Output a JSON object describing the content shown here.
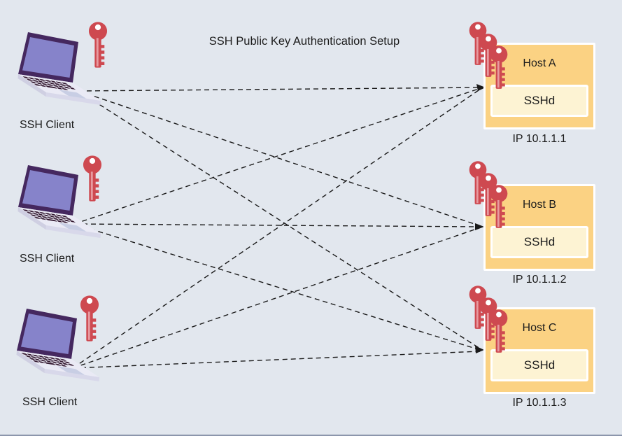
{
  "title": "SSH Public Key Authentication Setup",
  "clients": [
    {
      "label": "SSH Client"
    },
    {
      "label": "SSH Client"
    },
    {
      "label": "SSH Client"
    }
  ],
  "hosts": [
    {
      "name": "Host A",
      "service": "SSHd",
      "ip": "IP 10.1.1.1"
    },
    {
      "name": "Host B",
      "service": "SSHd",
      "ip": "IP 10.1.1.2"
    },
    {
      "name": "Host C",
      "service": "SSHd",
      "ip": "IP 10.1.1.3"
    }
  ],
  "icons": {
    "laptop": "laptop-icon",
    "client_key": "key-icon",
    "host_key_stack": "key-icon-stack",
    "arrowhead": "arrowhead-icon"
  },
  "colors": {
    "background": "#e2e7ee",
    "host_box_fill": "#fbd283",
    "sshd_box_fill": "#fdf3d3",
    "box_border": "#ffffff",
    "key_red": "#ce4950",
    "laptop_screen": "#8683ca",
    "laptop_frame": "#45285f",
    "line": "#1a1a1a",
    "text": "#1c1c1c"
  },
  "connections": [
    {
      "from": "ssh-client-1",
      "to": "host-a"
    },
    {
      "from": "ssh-client-1",
      "to": "host-b"
    },
    {
      "from": "ssh-client-1",
      "to": "host-c"
    },
    {
      "from": "ssh-client-2",
      "to": "host-a"
    },
    {
      "from": "ssh-client-2",
      "to": "host-b"
    },
    {
      "from": "ssh-client-2",
      "to": "host-c"
    },
    {
      "from": "ssh-client-3",
      "to": "host-a"
    },
    {
      "from": "ssh-client-3",
      "to": "host-b"
    },
    {
      "from": "ssh-client-3",
      "to": "host-c"
    }
  ]
}
